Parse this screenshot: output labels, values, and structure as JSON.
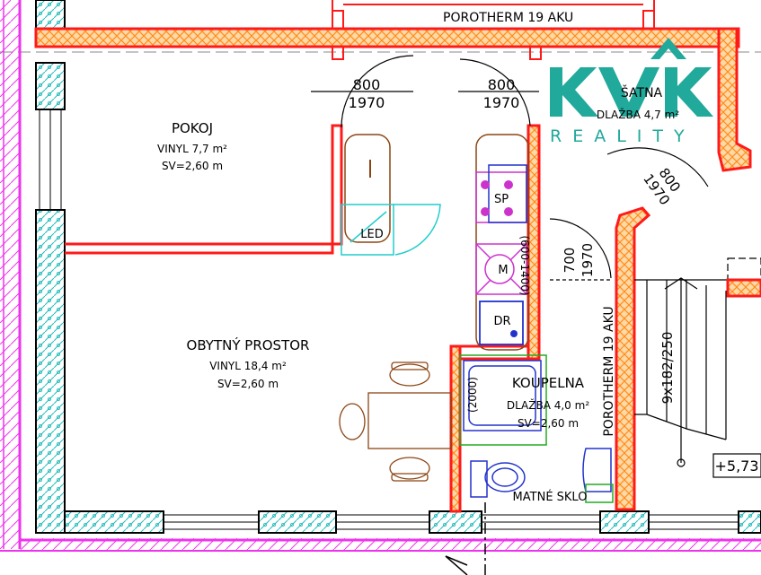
{
  "logo": {
    "letters": "KVK",
    "tagline": "REALITY"
  },
  "rooms": {
    "pokoj": {
      "name": "POKOJ",
      "floor": "VINYL 7,7 m²",
      "height": "SV=2,60 m"
    },
    "obytny": {
      "name": "OBYTNÝ PROSTOR",
      "floor": "VINYL 18,4 m²",
      "height": "SV=2,60 m"
    },
    "satna": {
      "name": "ŠATNA",
      "floor": "DLAŽBA 4,7 m²"
    },
    "koupelna": {
      "name": "KOUPELNA",
      "floor": "DLAŽBA 4,0 m²",
      "height": "SV=2,60 m"
    }
  },
  "walls": {
    "top": "POROTHERM 19 AKU",
    "side": "POROTHERM 19 AKU"
  },
  "doors": {
    "d1": {
      "width": "800",
      "height": "1970"
    },
    "d2": {
      "width": "800",
      "height": "1970"
    },
    "d3": {
      "width": "800",
      "height": "1970"
    },
    "d4": {
      "width": "700",
      "height": "1970"
    }
  },
  "fixtures": {
    "led": "LED",
    "sp": "SP",
    "m": "M",
    "m_size": "(600-1400)",
    "dr": "DR",
    "shower_size": "(2000)",
    "glass": "MATNÉ SKLO"
  },
  "stairs": {
    "label": "9x182/250"
  },
  "level": {
    "label": "+5,73"
  },
  "colors": {
    "wall_red": "#ff1a1a",
    "insulation": "#ff9933",
    "exterior": "#ee33ee",
    "concrete": "#33cccc",
    "fixture_blue": "#2233cc",
    "fixture_magenta": "#cc33cc",
    "brand_teal": "#21a99b"
  }
}
